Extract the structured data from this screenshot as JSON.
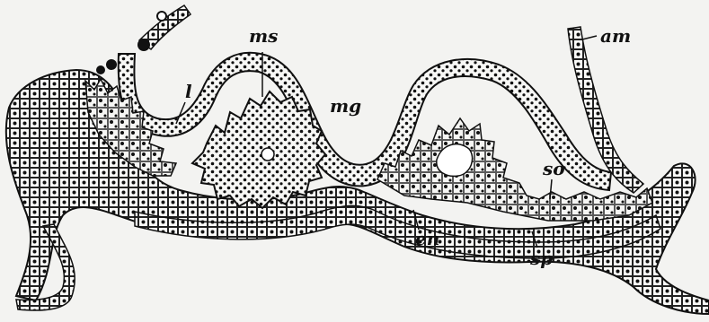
{
  "figure": {
    "labels": {
      "ms": "ms",
      "mg": "mg",
      "am": "am",
      "l": "l",
      "so": "so",
      "en": "en",
      "sp": "sp"
    },
    "colors": {
      "background": "#f3f3f1",
      "ink": "#111111",
      "cell_fill": "#fafaf8"
    }
  }
}
